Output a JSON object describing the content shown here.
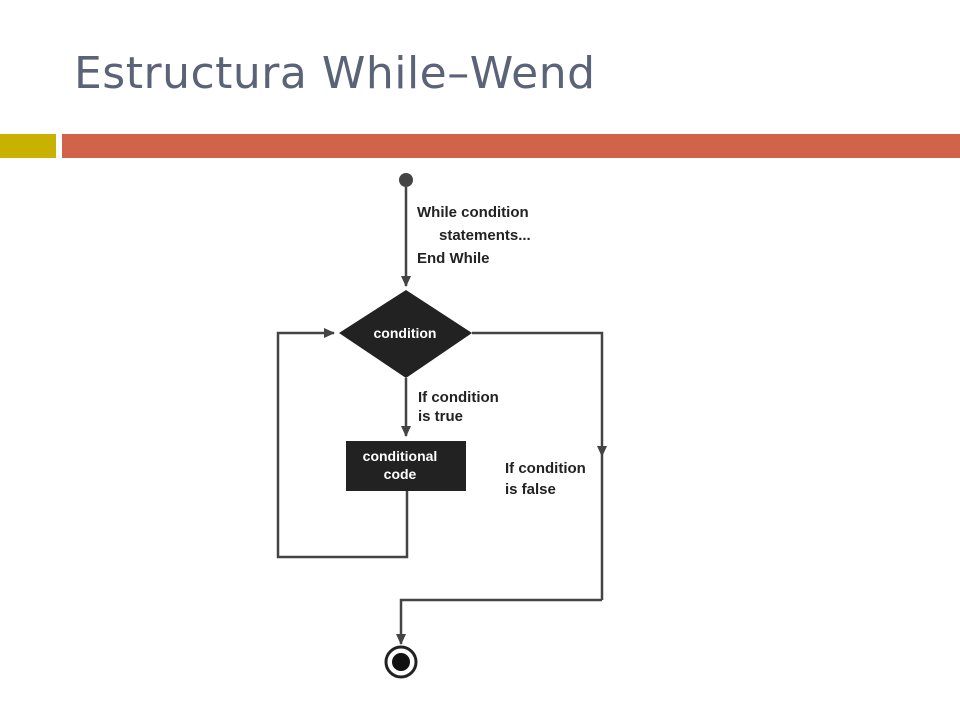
{
  "slide": {
    "title": "Estructura While–Wend",
    "accent_square_color": "#c9b100",
    "accent_bar_color": "#d0634a"
  },
  "flowchart": {
    "code_label": {
      "line1": "While condition",
      "line2": "statements...",
      "line3": "End While"
    },
    "decision": "condition",
    "true_branch": {
      "line1": "If condition",
      "line2": "is true"
    },
    "process": {
      "line1": "conditional",
      "line2": "code"
    },
    "false_branch": {
      "line1": "If condition",
      "line2": "is false"
    }
  }
}
